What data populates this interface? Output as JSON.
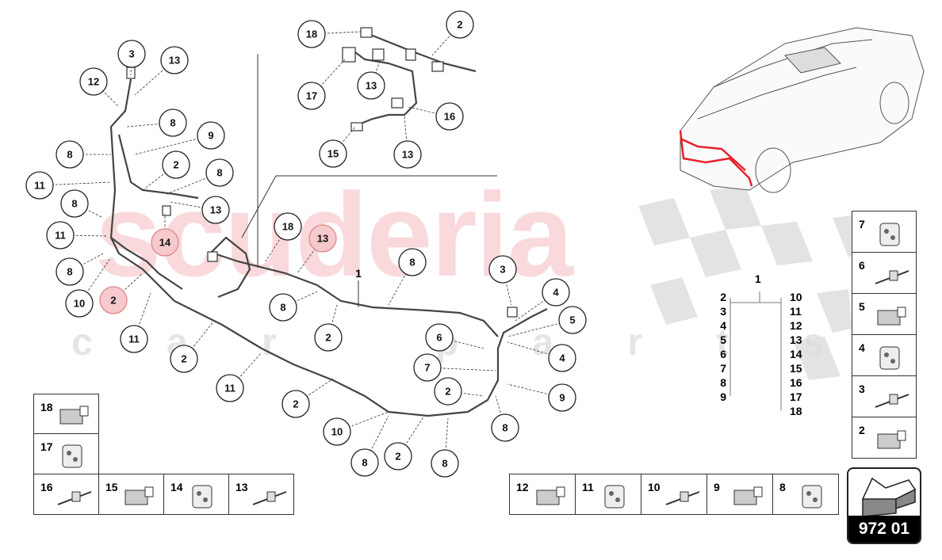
{
  "watermark": {
    "brand": "scuderia",
    "sub": "c a r   p a r t s",
    "color": "#eb7882"
  },
  "main_label": "1",
  "callouts_main": [
    "3",
    "13",
    "12",
    "8",
    "9",
    "8",
    "2",
    "8",
    "11",
    "13",
    "8",
    "11",
    "14",
    "18",
    "13",
    "8",
    "2",
    "10",
    "8",
    "3",
    "4",
    "5",
    "8",
    "2",
    "6",
    "4",
    "11",
    "2",
    "7",
    "2",
    "9",
    "11",
    "2",
    "10",
    "8",
    "8",
    "2",
    "8"
  ],
  "callouts_inset": [
    "18",
    "2",
    "17",
    "13",
    "16",
    "15",
    "13"
  ],
  "tree": {
    "root": "1",
    "left": [
      "2",
      "3",
      "4",
      "5",
      "6",
      "7",
      "8",
      "9"
    ],
    "right": [
      "10",
      "11",
      "12",
      "13",
      "14",
      "15",
      "16",
      "17",
      "18"
    ]
  },
  "parts_left": [
    {
      "num": "18"
    },
    {
      "num": "17"
    },
    {
      "num": "16"
    },
    {
      "num": "15"
    },
    {
      "num": "14"
    },
    {
      "num": "13"
    }
  ],
  "parts_bottom_right": [
    {
      "num": "12"
    },
    {
      "num": "11"
    },
    {
      "num": "10"
    },
    {
      "num": "9"
    },
    {
      "num": "8"
    }
  ],
  "parts_right": [
    {
      "num": "7"
    },
    {
      "num": "6"
    },
    {
      "num": "5"
    },
    {
      "num": "4"
    },
    {
      "num": "3"
    },
    {
      "num": "2"
    }
  ],
  "page_number": "972 01",
  "highlight_color": "#e8202a"
}
